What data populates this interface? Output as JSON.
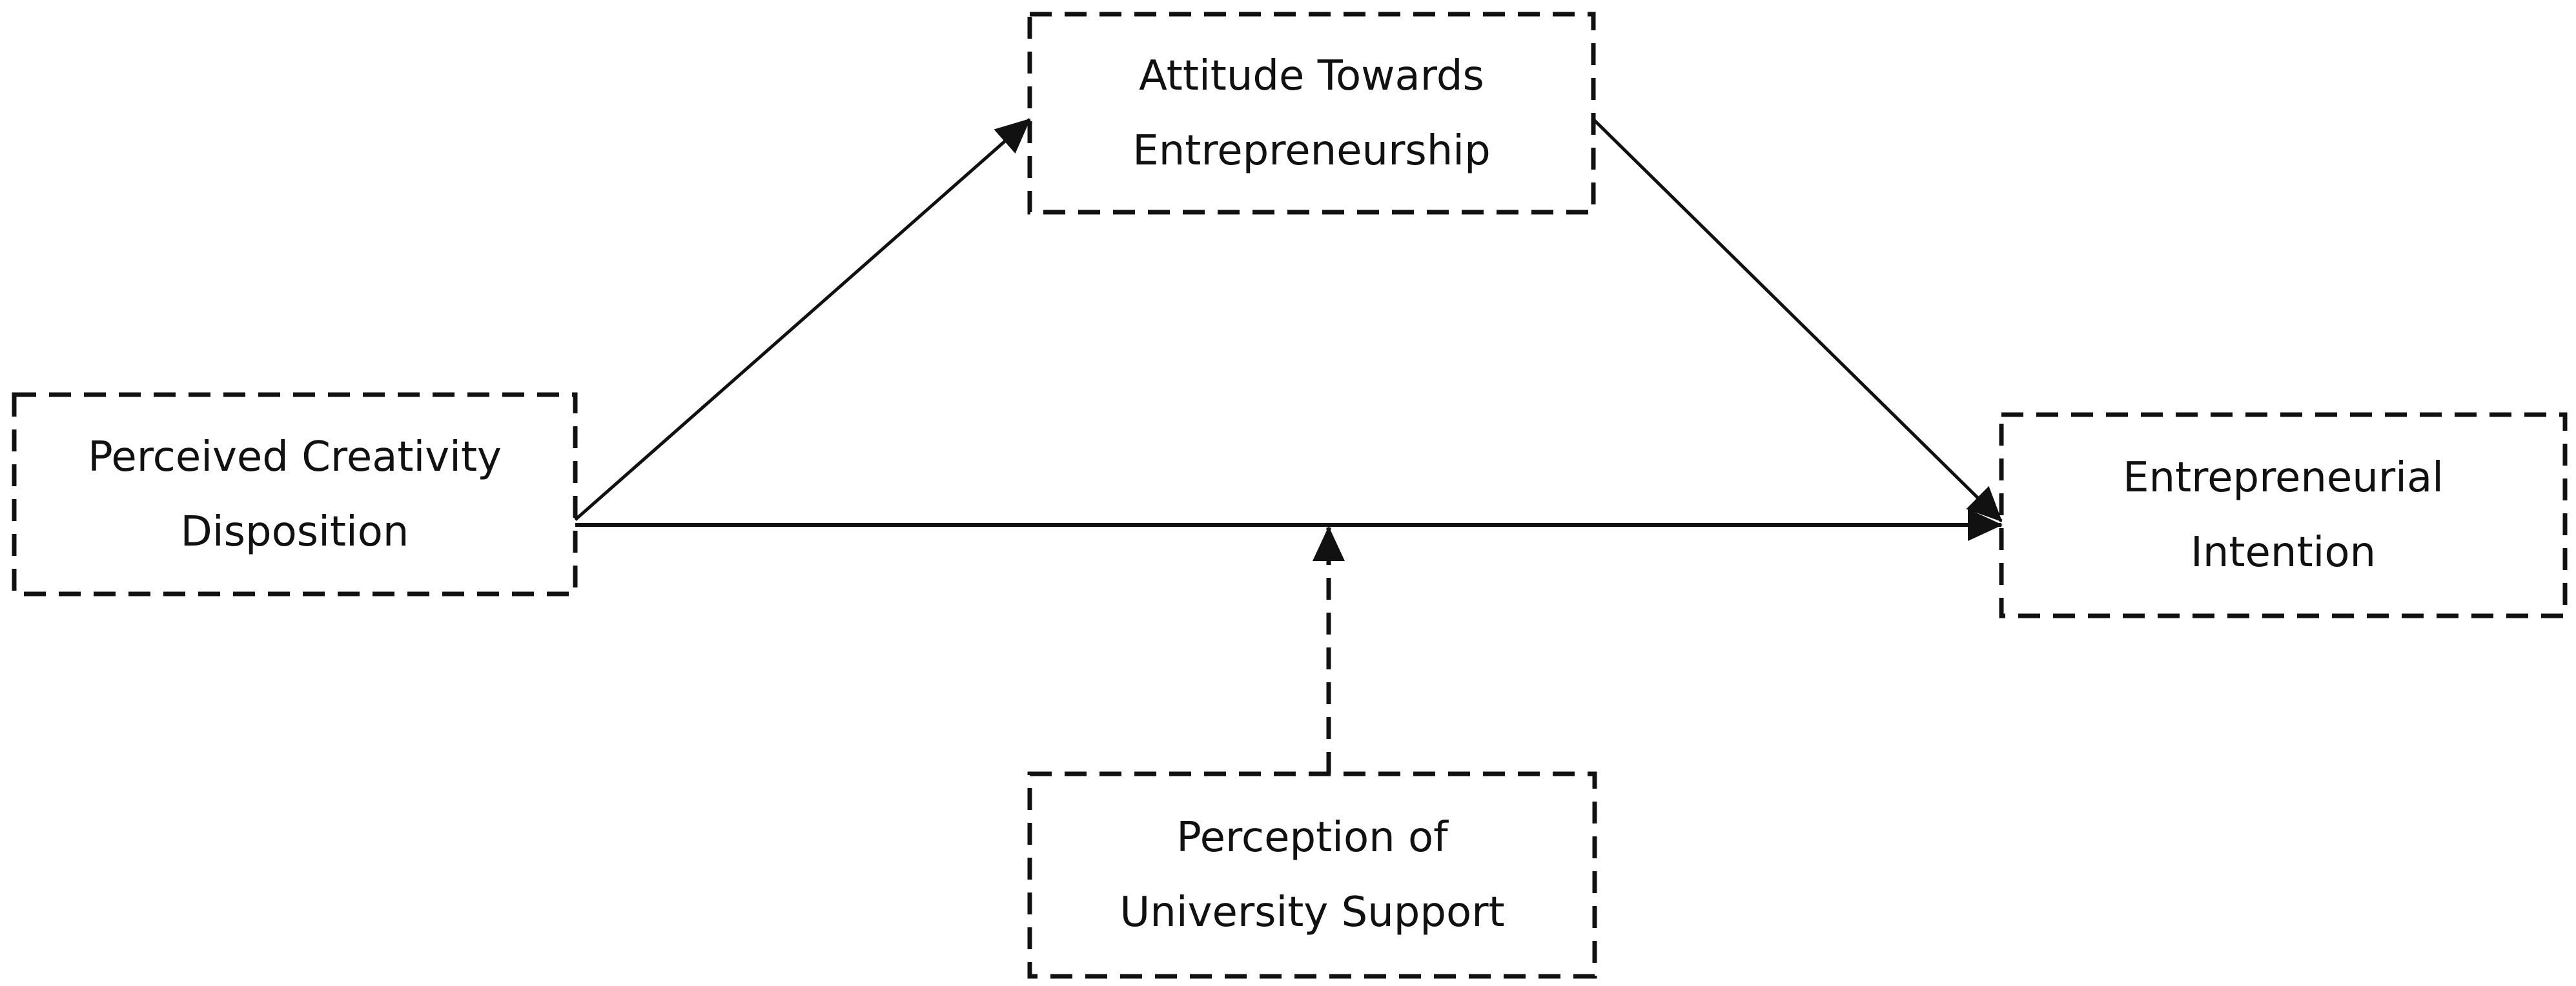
{
  "diagram": {
    "nodes": {
      "attitude": {
        "line1": "Attitude Towards",
        "line2": "Entrepreneurship"
      },
      "creativity": {
        "line1": "Perceived Creativity",
        "line2": "Disposition"
      },
      "intention": {
        "line1": "Entrepreneurial",
        "line2": "Intention"
      },
      "support": {
        "line1": "Perception of",
        "line2": "University Support"
      }
    },
    "edges": [
      {
        "from": "Perceived Creativity Disposition",
        "to": "Attitude Towards Entrepreneurship",
        "style": "solid"
      },
      {
        "from": "Attitude Towards Entrepreneurship",
        "to": "Entrepreneurial Intention",
        "style": "solid"
      },
      {
        "from": "Perceived Creativity Disposition",
        "to": "Entrepreneurial Intention",
        "style": "solid"
      },
      {
        "from": "Perception of University Support",
        "to": "Perceived Creativity Disposition → Entrepreneurial Intention path",
        "style": "dashed"
      }
    ],
    "colors": {
      "stroke": "#111111",
      "background": "#ffffff"
    }
  }
}
